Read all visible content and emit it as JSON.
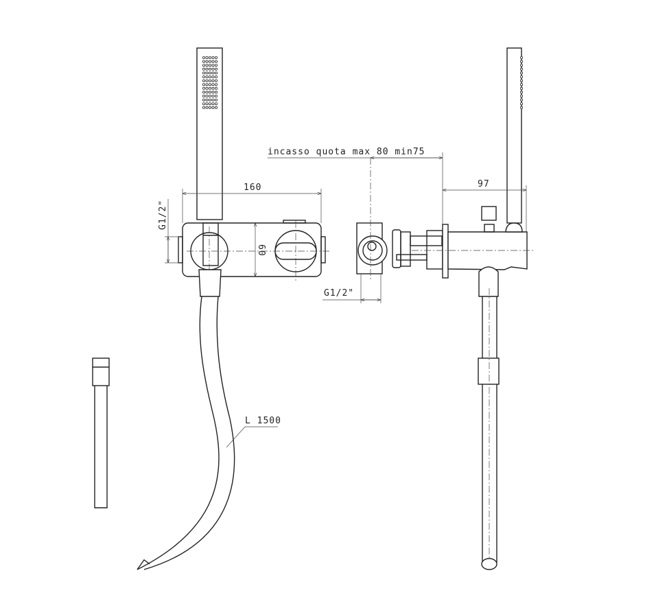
{
  "dimensions": {
    "width_front": "160",
    "height_front": "60",
    "inlet_front": "G1/2\"",
    "inlet_side": "G1/2\"",
    "recess_depth": "incasso quota max 80 min75",
    "projection": "97",
    "hose_length": "L 1500"
  }
}
